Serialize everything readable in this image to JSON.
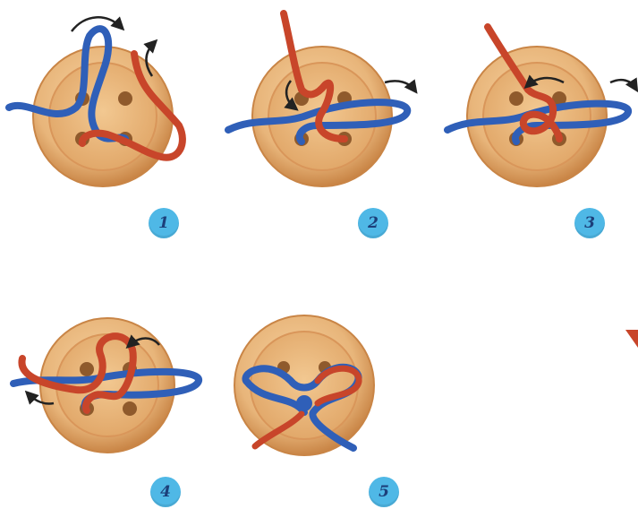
{
  "steps": [
    {
      "badge": "1"
    },
    {
      "badge": "2"
    },
    {
      "badge": "3"
    },
    {
      "badge": "4"
    },
    {
      "badge": "5"
    }
  ],
  "colors": {
    "button_face": "#e8b57a",
    "button_rim": "#d9965a",
    "button_hole": "#8f5a2c",
    "lace_blue": "#2f5fb8",
    "lace_red": "#c8452a",
    "badge_bg": "#4fb8e6",
    "badge_text": "#1c3f7a",
    "arrow": "#222222"
  },
  "icons": [
    "button-icon",
    "lace-blue-icon",
    "lace-red-icon",
    "curved-arrow-icon",
    "step-number-badge"
  ]
}
